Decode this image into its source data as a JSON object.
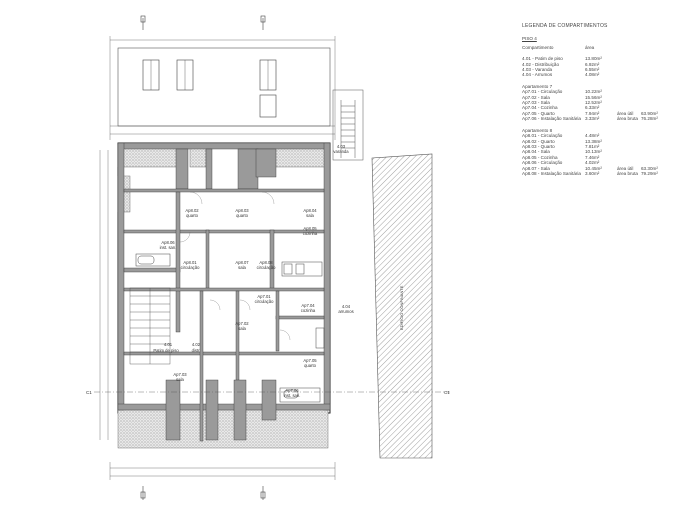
{
  "plan": {
    "rooms": {
      "ap8_02": {
        "code": "Ap8.02",
        "name": "quarto"
      },
      "ap8_03": {
        "code": "Ap8.03",
        "name": "quarto"
      },
      "ap8_04": {
        "code": "Ap8.04",
        "name": "sala"
      },
      "ap8_05": {
        "code": "Ap8.05",
        "name": "cozinha"
      },
      "ap8_06": {
        "code": "Ap8.06",
        "name": "inst. san."
      },
      "ap8_01": {
        "code": "Ap8.01",
        "name": "circulação"
      },
      "ap8_07": {
        "code": "Ap8.07",
        "name": "sala"
      },
      "ap8_08": {
        "code": "Ap8.08",
        "name": "circulação"
      },
      "ap7_01": {
        "code": "Ap7.01",
        "name": "circulação"
      },
      "ap7_04": {
        "code": "Ap7.04",
        "name": "cozinha"
      },
      "ap7_02": {
        "code": "Ap7.02",
        "name": "sala"
      },
      "ap7_05": {
        "code": "Ap7.05",
        "name": "quarto"
      },
      "ap7_06": {
        "code": "Ap7.06",
        "name": "inst. san."
      },
      "ap7_03": {
        "code": "Ap7.03",
        "name": "sala"
      },
      "p4_01": {
        "code": "4.01",
        "name": "Patim de piso"
      },
      "p4_02": {
        "code": "4.02",
        "name": "distr."
      },
      "p4_03": {
        "code": "4.03",
        "name": "varanda"
      },
      "p4_04": {
        "code": "4.04",
        "name": "arrumos"
      }
    },
    "neighbor_label": "EDIFÍCIO CONFINANTE",
    "cut_label": "C1"
  },
  "legend": {
    "title": "LEGENDA DE COMPARTIMENTOS",
    "floor": "PISO 4",
    "col_name": "Compartimento",
    "col_area": "área",
    "common": [
      {
        "name": "4.01 - Patim de piso",
        "area": "13.80m²"
      },
      {
        "name": "4.02 - Distribuição",
        "area": "6.92m²"
      },
      {
        "name": "4.03 - Varanda",
        "area": "6.55m²"
      },
      {
        "name": "4.04 - Arrumos",
        "area": "4.08m²"
      }
    ],
    "apartments": [
      {
        "title": "Apartamento 7",
        "rooms": [
          {
            "name": "Ap7.01 - Circulação",
            "area": "10.22m²"
          },
          {
            "name": "Ap7.02 - Sala",
            "area": "15.56m²"
          },
          {
            "name": "Ap7.03 - Sala",
            "area": "12.52m²"
          },
          {
            "name": "Ap7.04 - Cozinha",
            "area": "6.33m²"
          },
          {
            "name": "Ap7.05 - Quarto",
            "area": "7.94m²",
            "tag": "área útil",
            "total": "63.90m²"
          },
          {
            "name": "Ap7.06 - Instalação Sanitária",
            "area": "3.33m²",
            "tag": "área bruta",
            "total": "76.28m²"
          }
        ]
      },
      {
        "title": "Apartamento 8",
        "rooms": [
          {
            "name": "Ap8.01 - Circulação",
            "area": "4.48m²"
          },
          {
            "name": "Ap8.02 - Quarto",
            "area": "13.38m²"
          },
          {
            "name": "Ap8.03 - Quarto",
            "area": "7.81m²"
          },
          {
            "name": "Ap8.04 - Sala",
            "area": "10.13m²"
          },
          {
            "name": "Ap8.05 - Cozinha",
            "area": "7.46m²"
          },
          {
            "name": "Ap8.06 - Circulação",
            "area": "4.02m²"
          },
          {
            "name": "Ap8.07 - Sala",
            "area": "10.45m²",
            "tag": "área útil",
            "total": "63.30m²"
          },
          {
            "name": "Ap8.08 - Instalação Sanitária",
            "area": "3.60m²",
            "tag": "área bruta",
            "total": "79.29m²"
          }
        ]
      }
    ]
  }
}
